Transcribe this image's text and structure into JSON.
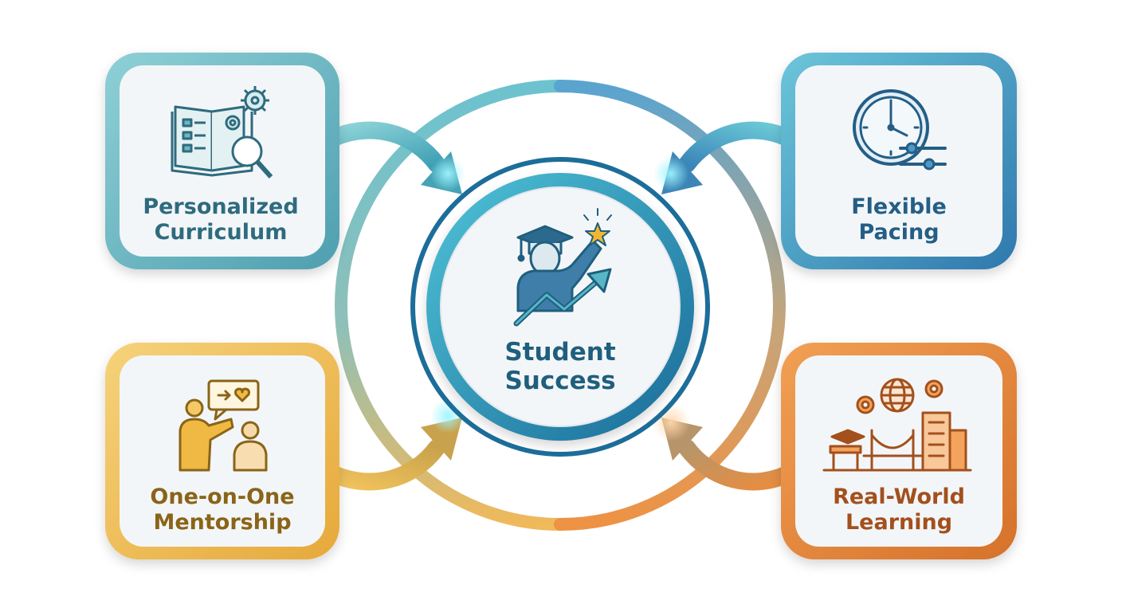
{
  "center": {
    "line1": "Student",
    "line2": "Success",
    "icon": "graduate-growth-icon",
    "color": "#1f5f7e"
  },
  "cards": [
    {
      "id": "personalized-curriculum",
      "line1": "Personalized",
      "line2": "Curriculum",
      "icon": "book-gears-magnifier-icon",
      "color": "#2e6b7e",
      "accent": "#6fb6c2"
    },
    {
      "id": "flexible-pacing",
      "line1": "Flexible",
      "line2": "Pacing",
      "icon": "clock-sliders-icon",
      "color": "#245e86",
      "accent": "#4e98c7"
    },
    {
      "id": "one-on-one-mentorship",
      "line1": "One-on-One",
      "line2": "Mentorship",
      "icon": "mentor-chat-icon",
      "color": "#8a6417",
      "accent": "#efb944"
    },
    {
      "id": "real-world-learning",
      "line1": "Real-World",
      "line2": "Learning",
      "icon": "globe-bridge-city-icon",
      "color": "#a3501d",
      "accent": "#e9863b"
    }
  ]
}
